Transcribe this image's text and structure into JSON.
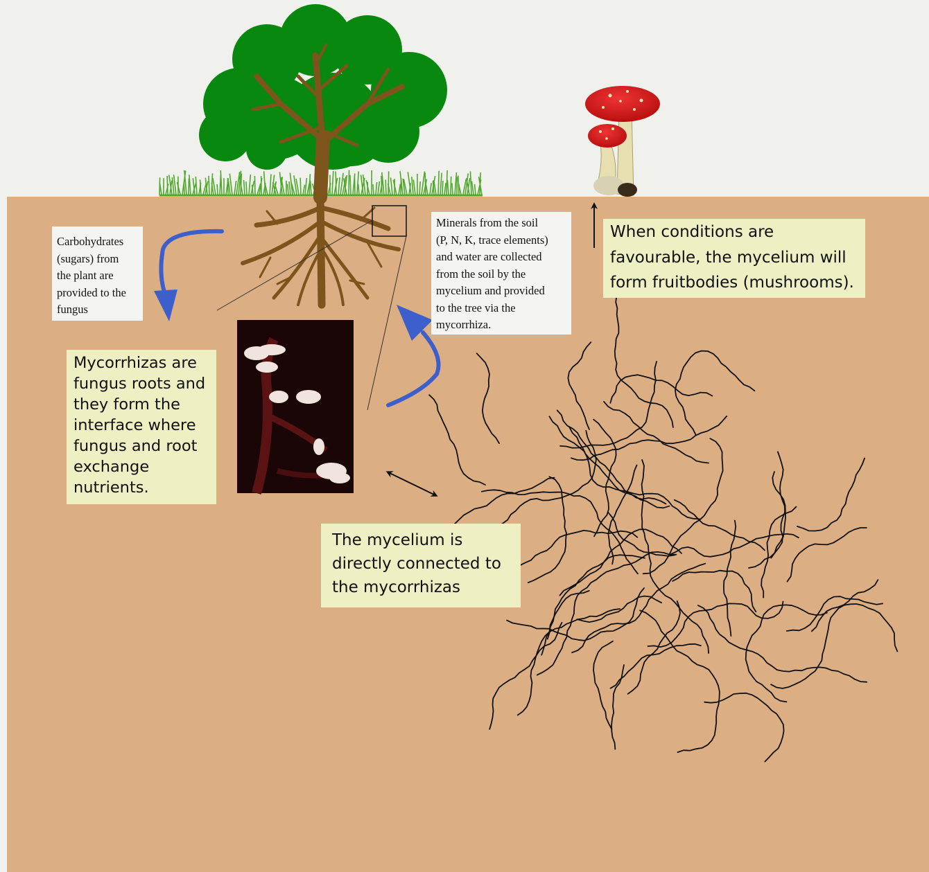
{
  "labels": {
    "carbohydrates": "Carbohydrates\n(sugars) from\nthe plant are\nprovided to the\nfungus",
    "minerals": "Minerals from the soil\n(P, N, K, trace elements)\nand water are collected\nfrom the soil by the\nmycelium and provided\nto the tree via the\nmycorrhiza.",
    "fruitbodies": "When conditions are\nfavourable, the mycelium will\nform fruitbodies (mushrooms).",
    "mycorrhizas": "Mycorrhizas are\nfungus roots and\nthey form the\ninterface where\nfungus and root\nexchange\nnutrients.",
    "mycelium": "The mycelium is\ndirectly connected to\nthe mycorrhizas"
  },
  "colors": {
    "sky": "#f0f1ed",
    "soil": "#dbae84",
    "canopy": "#08880e",
    "trunk": "#7d541c",
    "grass": "#4ea82a",
    "flow_arrow": "#3d5fcb",
    "mushroom_cap": "#d41616",
    "mushroom_stem": "#e8dfb0",
    "hyphae": "#111111",
    "photo_bg": "#1a0606"
  },
  "icons": [
    "tree",
    "grass",
    "mushroom",
    "mycorrhiza-photo",
    "mycelium-network",
    "flow-arrow",
    "double-arrow"
  ]
}
